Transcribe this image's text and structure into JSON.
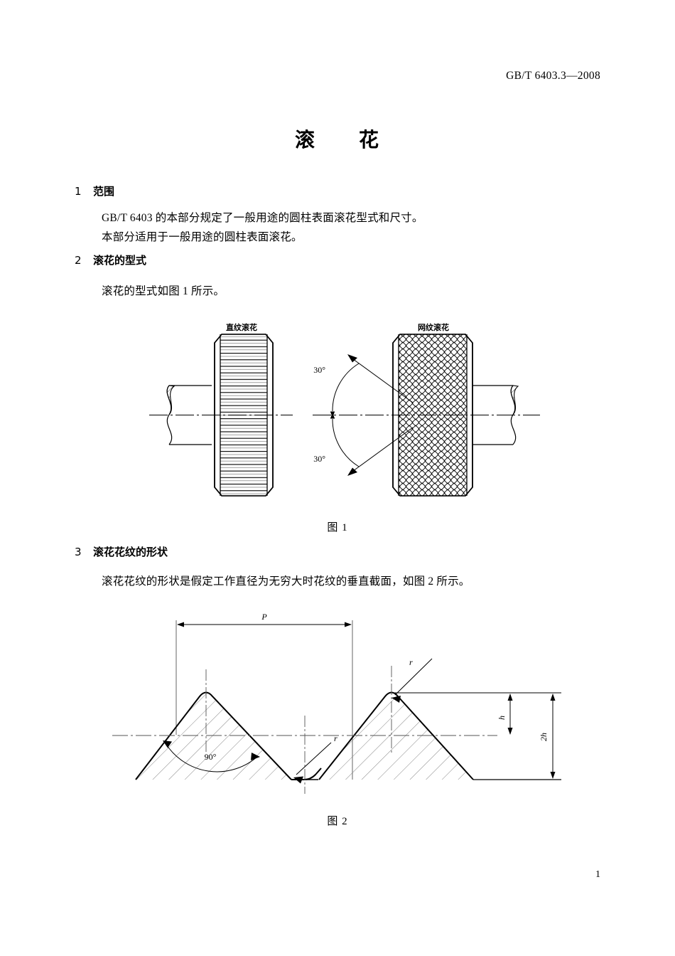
{
  "document": {
    "header_standard": "GB/T 6403.3—2008",
    "title": "滚　　花",
    "page_number": "1"
  },
  "sections": [
    {
      "number": "1",
      "heading": "范围",
      "paragraphs": [
        "GB/T 6403 的本部分规定了一般用途的圆柱表面滚花型式和尺寸。",
        "本部分适用于一般用途的圆柱表面滚花。"
      ]
    },
    {
      "number": "2",
      "heading": "滚花的型式",
      "paragraphs": [
        "滚花的型式如图 1 所示。"
      ]
    },
    {
      "number": "3",
      "heading": "滚花花纹的形状",
      "paragraphs": [
        "滚花花纹的形状是假定工作直径为无穷大时花纹的垂直截面，如图 2 所示。"
      ]
    }
  ],
  "figure1": {
    "caption": "图 1",
    "left_label": "直纹滚花",
    "right_label": "网纹滚花",
    "angle_top": "30°",
    "angle_bottom": "30°"
  },
  "figure2": {
    "caption": "图 2",
    "pitch_label": "P",
    "angle_label": "90°",
    "radius_label_left": "r",
    "radius_label_right": "r",
    "height_label": "h",
    "double_height_label": "2h"
  },
  "colors": {
    "ink": "#000000",
    "thin_line": "#555555",
    "hatch": "#6a6a6a"
  }
}
